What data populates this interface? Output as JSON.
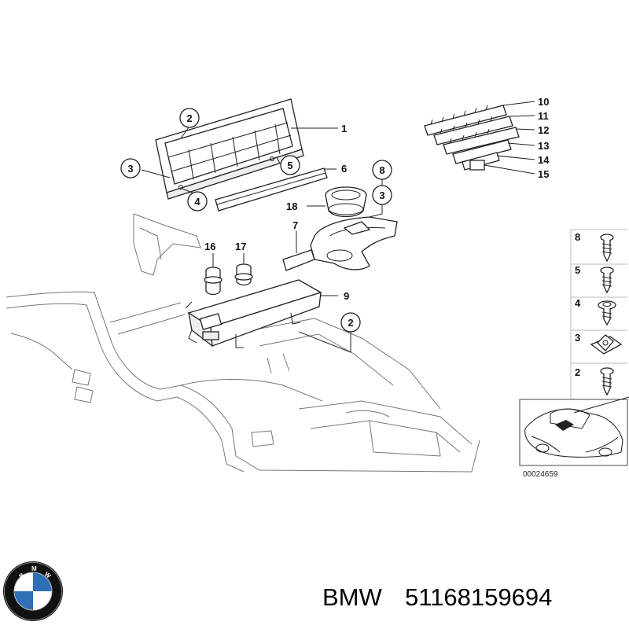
{
  "callouts": [
    {
      "id": "c1",
      "text": "2"
    },
    {
      "id": "c2",
      "text": "1"
    },
    {
      "id": "c3",
      "text": "3"
    },
    {
      "id": "c4",
      "text": "5"
    },
    {
      "id": "c5",
      "text": "4"
    },
    {
      "id": "c6",
      "text": "6"
    },
    {
      "id": "c7",
      "text": "8"
    },
    {
      "id": "c8",
      "text": "3"
    },
    {
      "id": "c9",
      "text": "18"
    },
    {
      "id": "c10",
      "text": "7"
    },
    {
      "id": "c11",
      "text": "16"
    },
    {
      "id": "c12",
      "text": "17"
    },
    {
      "id": "c13",
      "text": "9"
    },
    {
      "id": "c14",
      "text": "2"
    },
    {
      "id": "c15",
      "text": "10"
    },
    {
      "id": "c16",
      "text": "11"
    },
    {
      "id": "c17",
      "text": "12"
    },
    {
      "id": "c18",
      "text": "13"
    },
    {
      "id": "c19",
      "text": "14"
    },
    {
      "id": "c20",
      "text": "15"
    }
  ],
  "fasteners": [
    "8",
    "5",
    "4",
    "3",
    "2"
  ],
  "reference_number": "00024659",
  "caption": {
    "brand": "BMW",
    "part_number": "51168159694"
  },
  "logo": {
    "letters": "BMW",
    "colors": {
      "ring": "#111111",
      "blue": "#2f6fb5",
      "white": "#ffffff"
    }
  }
}
